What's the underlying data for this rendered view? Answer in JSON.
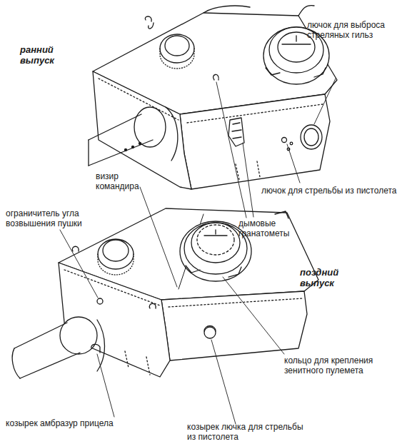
{
  "diagram": {
    "labels": [
      "ранний выпуск",
      "лючок для выброса стреляных гильз",
      "лючок для стрельбы из пистолета",
      "визир командира",
      "ограничитель угла возвышения пушки",
      "дымовые гранатометы",
      "поздний выпуск",
      "кольцо для крепления зенитного пулемета",
      "козырек амбразур прицела",
      "козырек лючка для стрельбы из пистолета"
    ]
  }
}
